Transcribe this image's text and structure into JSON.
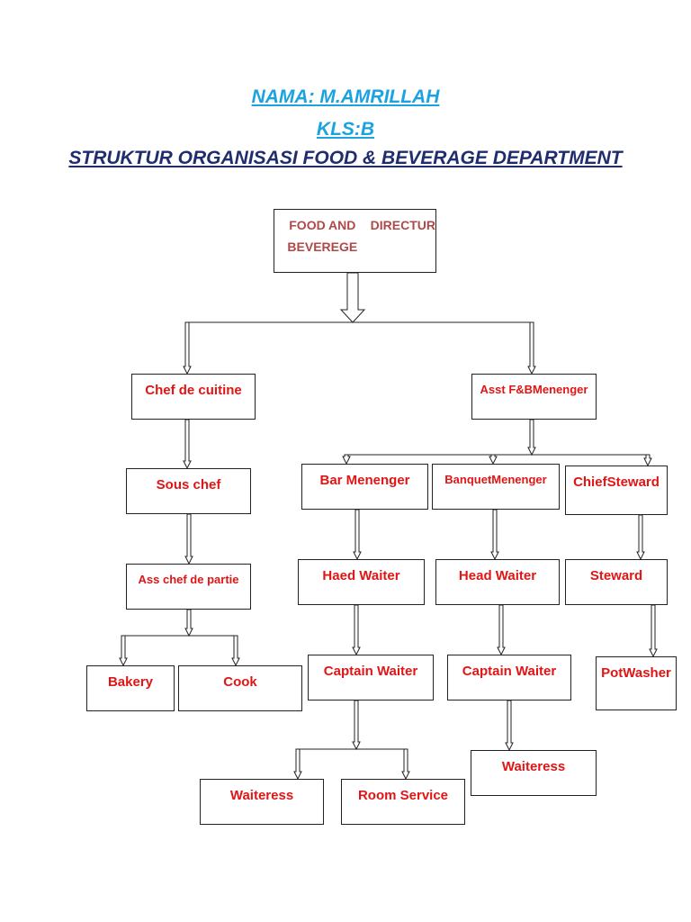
{
  "header": {
    "name": "NAMA: M.AMRILLAH",
    "class": "KLS:B",
    "title": "STRUKTUR ORGANISASI FOOD & BEVERAGE  DEPARTMENT"
  },
  "nodes": {
    "director": [
      "FOOD AND BEVEREGE",
      "DIRECTUR"
    ],
    "chef_de_cuitine": [
      "Chef de cuitine"
    ],
    "asst_fb_manager": [
      "Asst F&B",
      "Menenger"
    ],
    "sous_chef": [
      "Sous chef"
    ],
    "ass_chef_de_partie": [
      "Ass chef  de partie"
    ],
    "bakery": [
      "Bakery"
    ],
    "cook": [
      "Cook"
    ],
    "bar_manager": [
      "Bar Menenger"
    ],
    "banquet_manager": [
      "Banquet",
      "Menenger"
    ],
    "chief_steward": [
      "Chief",
      "Steward"
    ],
    "haed_waiter": [
      "Haed Waiter"
    ],
    "head_waiter": [
      "Head Waiter"
    ],
    "steward": [
      "Steward"
    ],
    "captain_waiter_1": [
      "Captain Waiter"
    ],
    "captain_waiter_2": [
      "Captain Waiter"
    ],
    "pot_washer": [
      "Pot",
      "Washer"
    ],
    "waiteress_1": [
      "Waiteress"
    ],
    "room_service": [
      "Room Service"
    ],
    "waiteress_2": [
      "Waiteress"
    ]
  },
  "colors": {
    "header_blue": "#1aa3e0",
    "title_navy": "#1f2d6e",
    "node_text_red": "#e01515",
    "director_text": "#b04848"
  }
}
